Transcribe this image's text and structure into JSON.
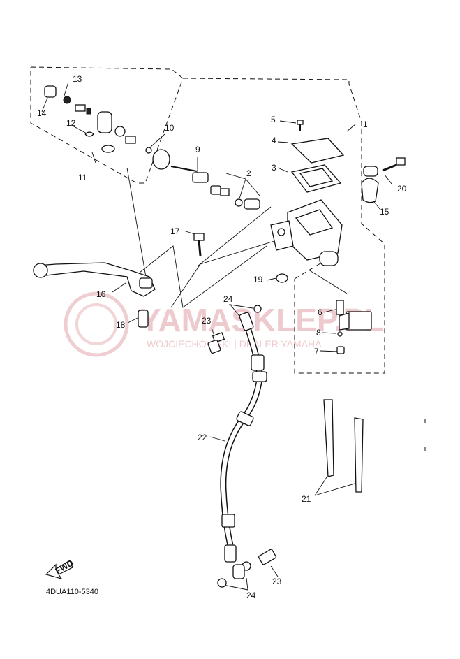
{
  "watermark": {
    "brand": "YAMASKLEP.PL",
    "tagline": "WOJCIECHOWSKI | DEALER YAMAHA",
    "color": "#e8b9bd"
  },
  "diagram_code": "4DUA110-5340",
  "fwd_badge": "FWD",
  "callouts": {
    "c1": "1",
    "c2": "2",
    "c3": "3",
    "c4": "4",
    "c5": "5",
    "c6": "6",
    "c7": "7",
    "c8": "8",
    "c9": "9",
    "c10": "10",
    "c11": "11",
    "c12": "12",
    "c13": "13",
    "c14": "14",
    "c15": "15",
    "c16": "16",
    "c17": "17",
    "c18": "18",
    "c19": "19",
    "c20": "20",
    "c21": "21",
    "c22": "22",
    "c23a": "23",
    "c23b": "23",
    "c24a": "24",
    "c24b": "24"
  }
}
